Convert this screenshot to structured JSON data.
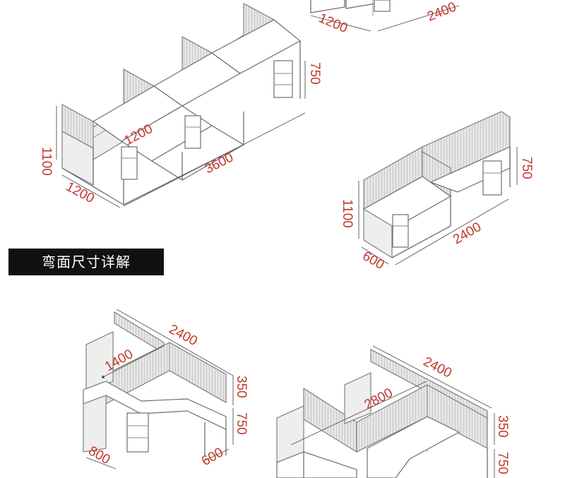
{
  "section_label": "弯面尺寸详解",
  "dimensions": {
    "top_right_width": "1200",
    "top_right_length": "2400",
    "large_height": "1100",
    "large_inner_depth": "1200",
    "large_length": "3600",
    "large_desk_height": "750",
    "large_depth": "1200",
    "small_height": "1100",
    "small_desk_height": "750",
    "small_length": "2400",
    "small_depth": "600",
    "l1_length": "2400",
    "l1_side": "1400",
    "l1_screen": "350",
    "l1_desk": "750",
    "l1_depth_left": "800",
    "l1_depth_right": "600",
    "l2_length": "2400",
    "l2_diag": "2800",
    "l2_screen": "350",
    "l2_desk": "750"
  }
}
